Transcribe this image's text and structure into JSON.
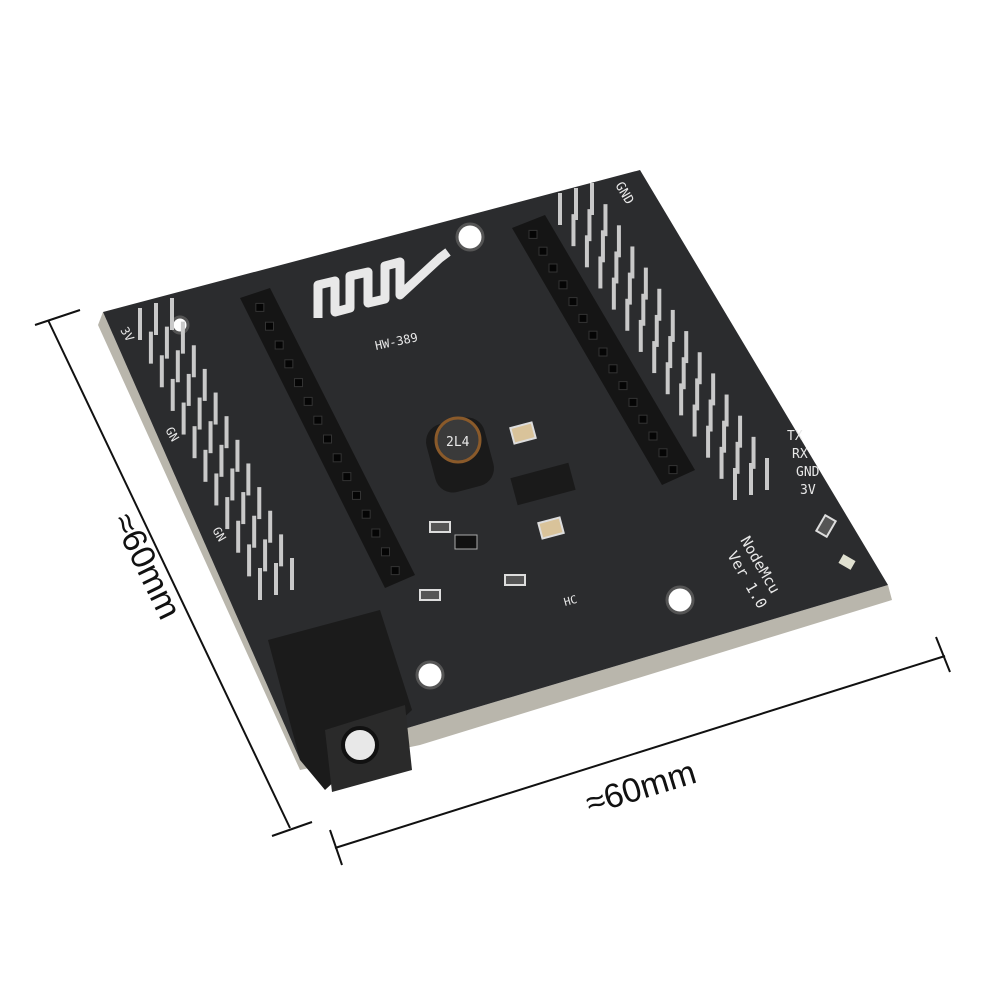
{
  "product": {
    "board_model": "HW-389",
    "module_label": "NodeMcu",
    "version_label": "Ver 1.0",
    "component_label": "HC",
    "inductor_marking": "2L4",
    "pin_labels": [
      "GND",
      "TX",
      "RX",
      "GND",
      "3V"
    ],
    "side_pin_labels": [
      "3V",
      "GN",
      "GN"
    ]
  },
  "dimensions": {
    "height_label": "≈60mm",
    "width_label": "≈60mm"
  },
  "colors": {
    "background": "#ffffff",
    "pcb": "#2b2c2e",
    "silkscreen": "#e8e8e8",
    "header": "#151515",
    "pin": "#c9c9c9"
  }
}
